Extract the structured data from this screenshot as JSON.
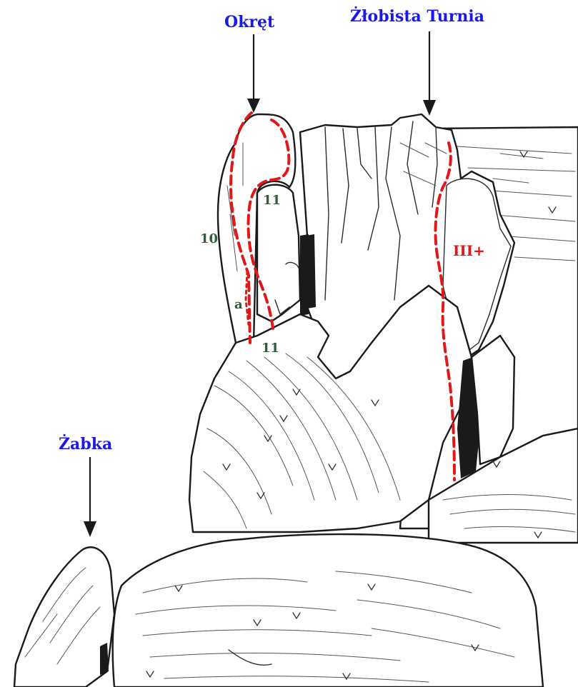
{
  "peaks": {
    "okret": "Okręt",
    "zlobista": "Żłobista Turnia",
    "zabka": "Żabka"
  },
  "grades": {
    "okret_right_upper": "11",
    "okret_left": "10",
    "okret_variant_a": "a",
    "okret_right_lower": "11",
    "zlobista_route": "III+"
  },
  "colors": {
    "peak_label": "#1a1ae6",
    "route_line": "#e01818",
    "grade_green": "#2e5e3a",
    "grade_red": "#e01818"
  }
}
